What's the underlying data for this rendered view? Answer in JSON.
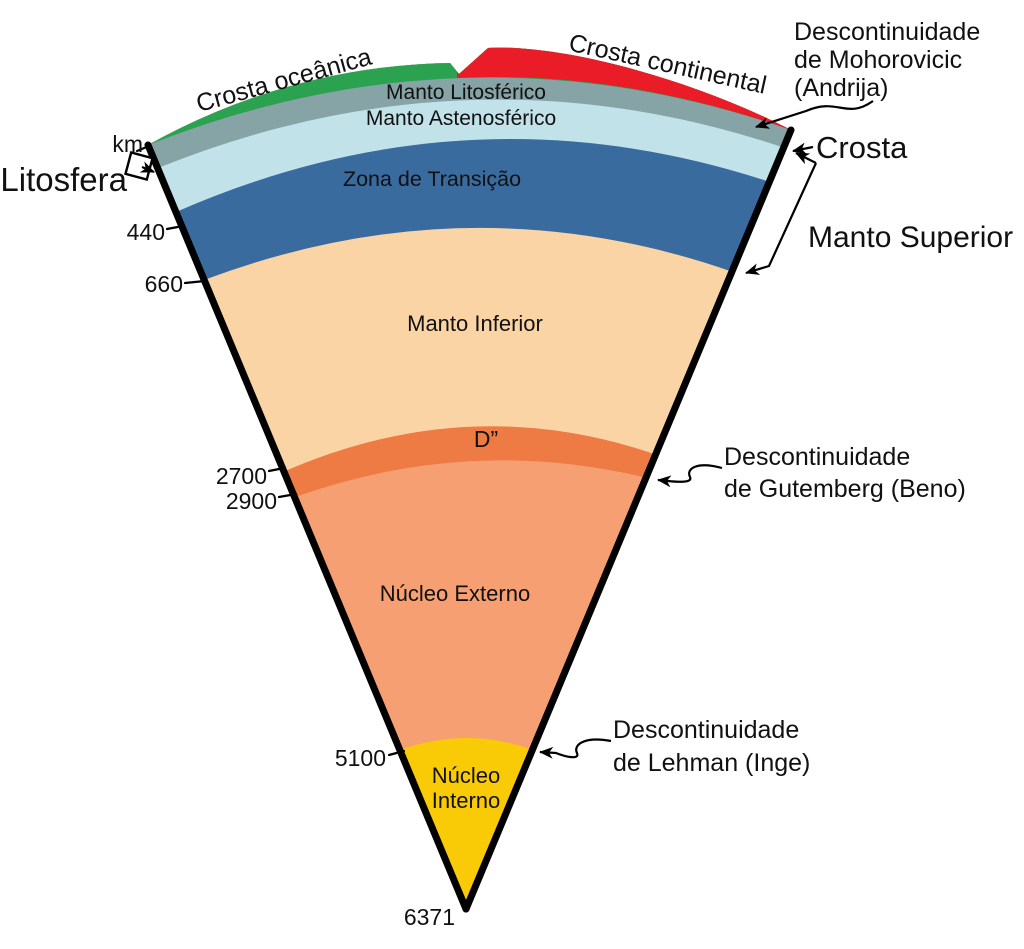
{
  "layers": {
    "oceanic_crust": {
      "label": "Crosta oceânica",
      "color": "#2BA24F"
    },
    "continental_crust": {
      "label": "Crosta continental",
      "color": "#EA1C27"
    },
    "lithospheric_mantle": {
      "label": "Manto Litosférico",
      "color": "#86A3A6"
    },
    "asthenospheric_mantle": {
      "label": "Manto Astenosférico",
      "color": "#C2E2EA"
    },
    "transition_zone": {
      "label": "Zona de Transição",
      "color": "#3A6B9E"
    },
    "lower_mantle": {
      "label": "Manto Inferior",
      "color": "#FBD4A6"
    },
    "d_double_prime": {
      "label": "D”",
      "color": "#EE7B44"
    },
    "outer_core": {
      "label": "Núcleo Externo",
      "color": "#F59F73"
    },
    "inner_core": {
      "label_line1": "Núcleo",
      "label_line2": "Interno",
      "color": "#F9CB06"
    }
  },
  "side_labels": {
    "litosfera": "Litosfera",
    "crosta": "Crosta",
    "manto_superior": "Manto Superior"
  },
  "discontinuities": {
    "mohorovicic": {
      "lines": [
        "Descontinuidade",
        "de Mohorovicic",
        "(Andrija)"
      ]
    },
    "gutemberg": {
      "lines": [
        "Descontinuidade",
        "de Gutemberg (Beno)"
      ]
    },
    "lehman": {
      "lines": [
        "Descontinuidade",
        "de Lehman (Inge)"
      ]
    }
  },
  "depth_scale": {
    "unit": "km",
    "ticks": [
      "440",
      "660",
      "2700",
      "2900",
      "5100",
      "6371"
    ]
  },
  "outline_color": "#000000"
}
